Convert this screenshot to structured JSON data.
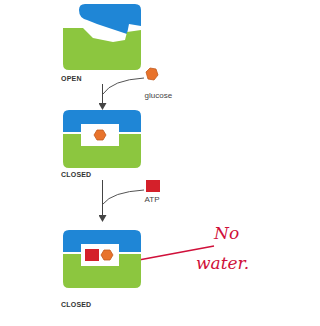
{
  "diagram": {
    "nodes": [
      {
        "text": [
          "OPEN"
        ]
      },
      {
        "text": [
          "CLOSED"
        ]
      },
      {
        "text": [
          "CLOSED"
        ]
      }
    ],
    "edges": [
      {
        "from": 0,
        "to": 1,
        "label": "glucose",
        "arrow": "to"
      },
      {
        "from": 1,
        "to": 2,
        "label": "ATP",
        "arrow": "to"
      }
    ],
    "labels": [
      "No water."
    ]
  }
}
